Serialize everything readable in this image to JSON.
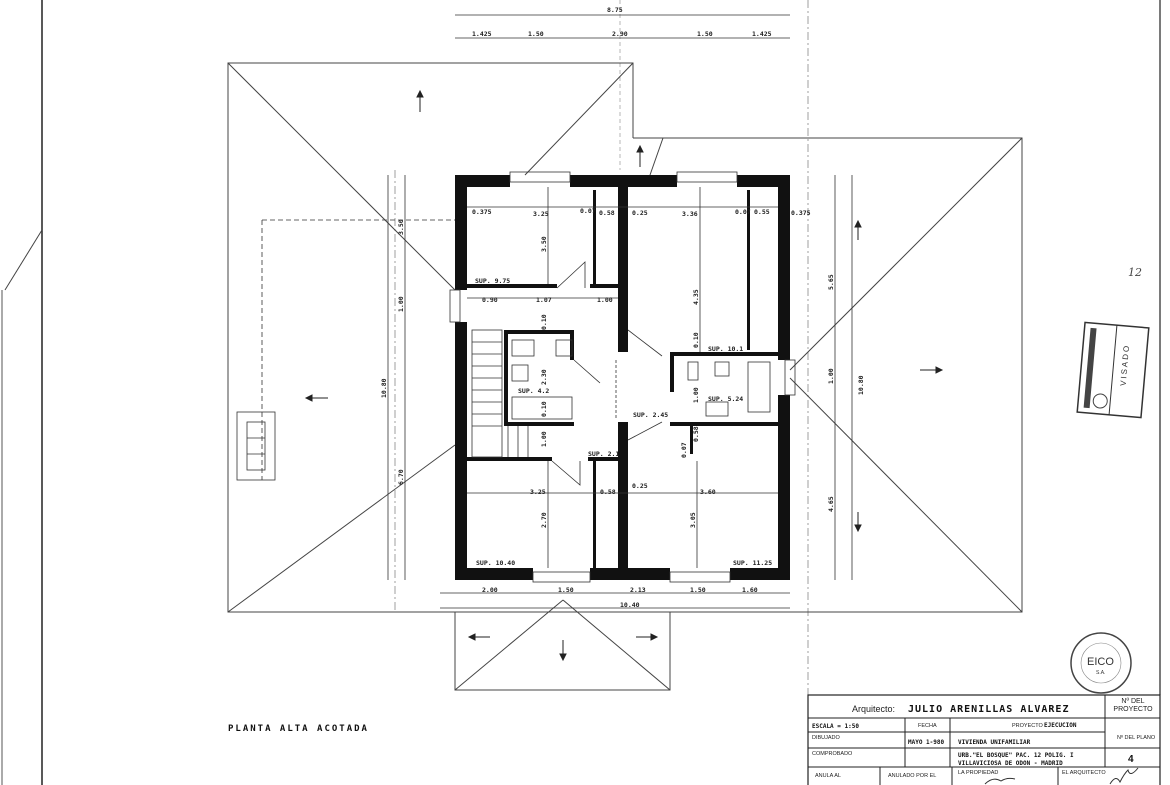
{
  "drawing_title": "PLANTA ALTA ACOTADA",
  "sheet_mark": "12",
  "dimensions": {
    "top_total": "8.75",
    "top_segments": [
      "1.425",
      "1.50",
      "2.90",
      "1.50",
      "1.425"
    ],
    "bottom_segments": [
      "2.00",
      "1.50",
      "2.13",
      "1.50",
      "1.60"
    ],
    "bottom_total": "10.40",
    "left_total": "10.80",
    "left_segments": [
      "3.50",
      "1.00",
      "6.70"
    ],
    "right_total": "10.80",
    "right_segments": [
      "5.65",
      "1.00",
      "4.65"
    ],
    "room_top_left": {
      "w0": "0.375",
      "w": "3.25",
      "a": "0.07",
      "b": "0.58",
      "h": "3.50",
      "area": "SUP. 9.75"
    },
    "room_top_right": {
      "w0": "0.25",
      "w": "3.36",
      "a": "0.07",
      "b": "0.55",
      "c": "0.375",
      "h": "4.35"
    },
    "corridor": {
      "a": "0.90",
      "b": "1.07",
      "c": "1.00",
      "d": "0.10"
    },
    "bath_left": {
      "h": "2.30",
      "d": "0.10",
      "e": "1.00",
      "area": "SUP. 4.2"
    },
    "bath_right": {
      "d": "0.10",
      "area": "SUP. 10.1",
      "area2": "SUP. 5.24",
      "e": "1.00"
    },
    "hall": {
      "area": "SUP. 2.45",
      "d": "0.58",
      "e": "0.07"
    },
    "closet": {
      "area": "SUP. 2.1"
    },
    "room_bottom_left": {
      "w": "3.25",
      "a": "0.58",
      "h": "2.70",
      "area": "SUP. 10.40"
    },
    "room_bottom_right": {
      "w0": "0.25",
      "w": "3.60",
      "h": "3.05",
      "area": "SUP. 11.25"
    }
  },
  "title_block": {
    "architect_label": "Arquitecto:",
    "architect_name": "JULIO ARENILLAS ALVAREZ",
    "project_no_label": "Nº DEL PROYECTO",
    "scale": "ESCALA = 1:50",
    "date_label": "FECHA",
    "project_type_label": "PROYECTO",
    "project_type": "EJECUCION",
    "drawn_label": "DIBUJADO",
    "date": "MAYO 1-980",
    "building": "VIVIENDA UNIFAMILIAR",
    "plan_no_label": "Nº DEL PLANO",
    "checked_label": "COMPROBADO",
    "address_1": "URB.\"EL BOSQUE\" PAC. 12 POLIG. I",
    "address_2": "VILLAVICIOSA DE ODON - MADRID",
    "plan_no": "4",
    "cancels_label": "ANULA AL",
    "cancelled_by_label": "ANULADO POR EL",
    "owner_label": "LA PROPIEDAD",
    "architect_sign_label": "EL ARQUITECTO"
  },
  "stamps": {
    "visado": "VISADO",
    "eico": "EICO",
    "eico_sub": "S.A."
  }
}
